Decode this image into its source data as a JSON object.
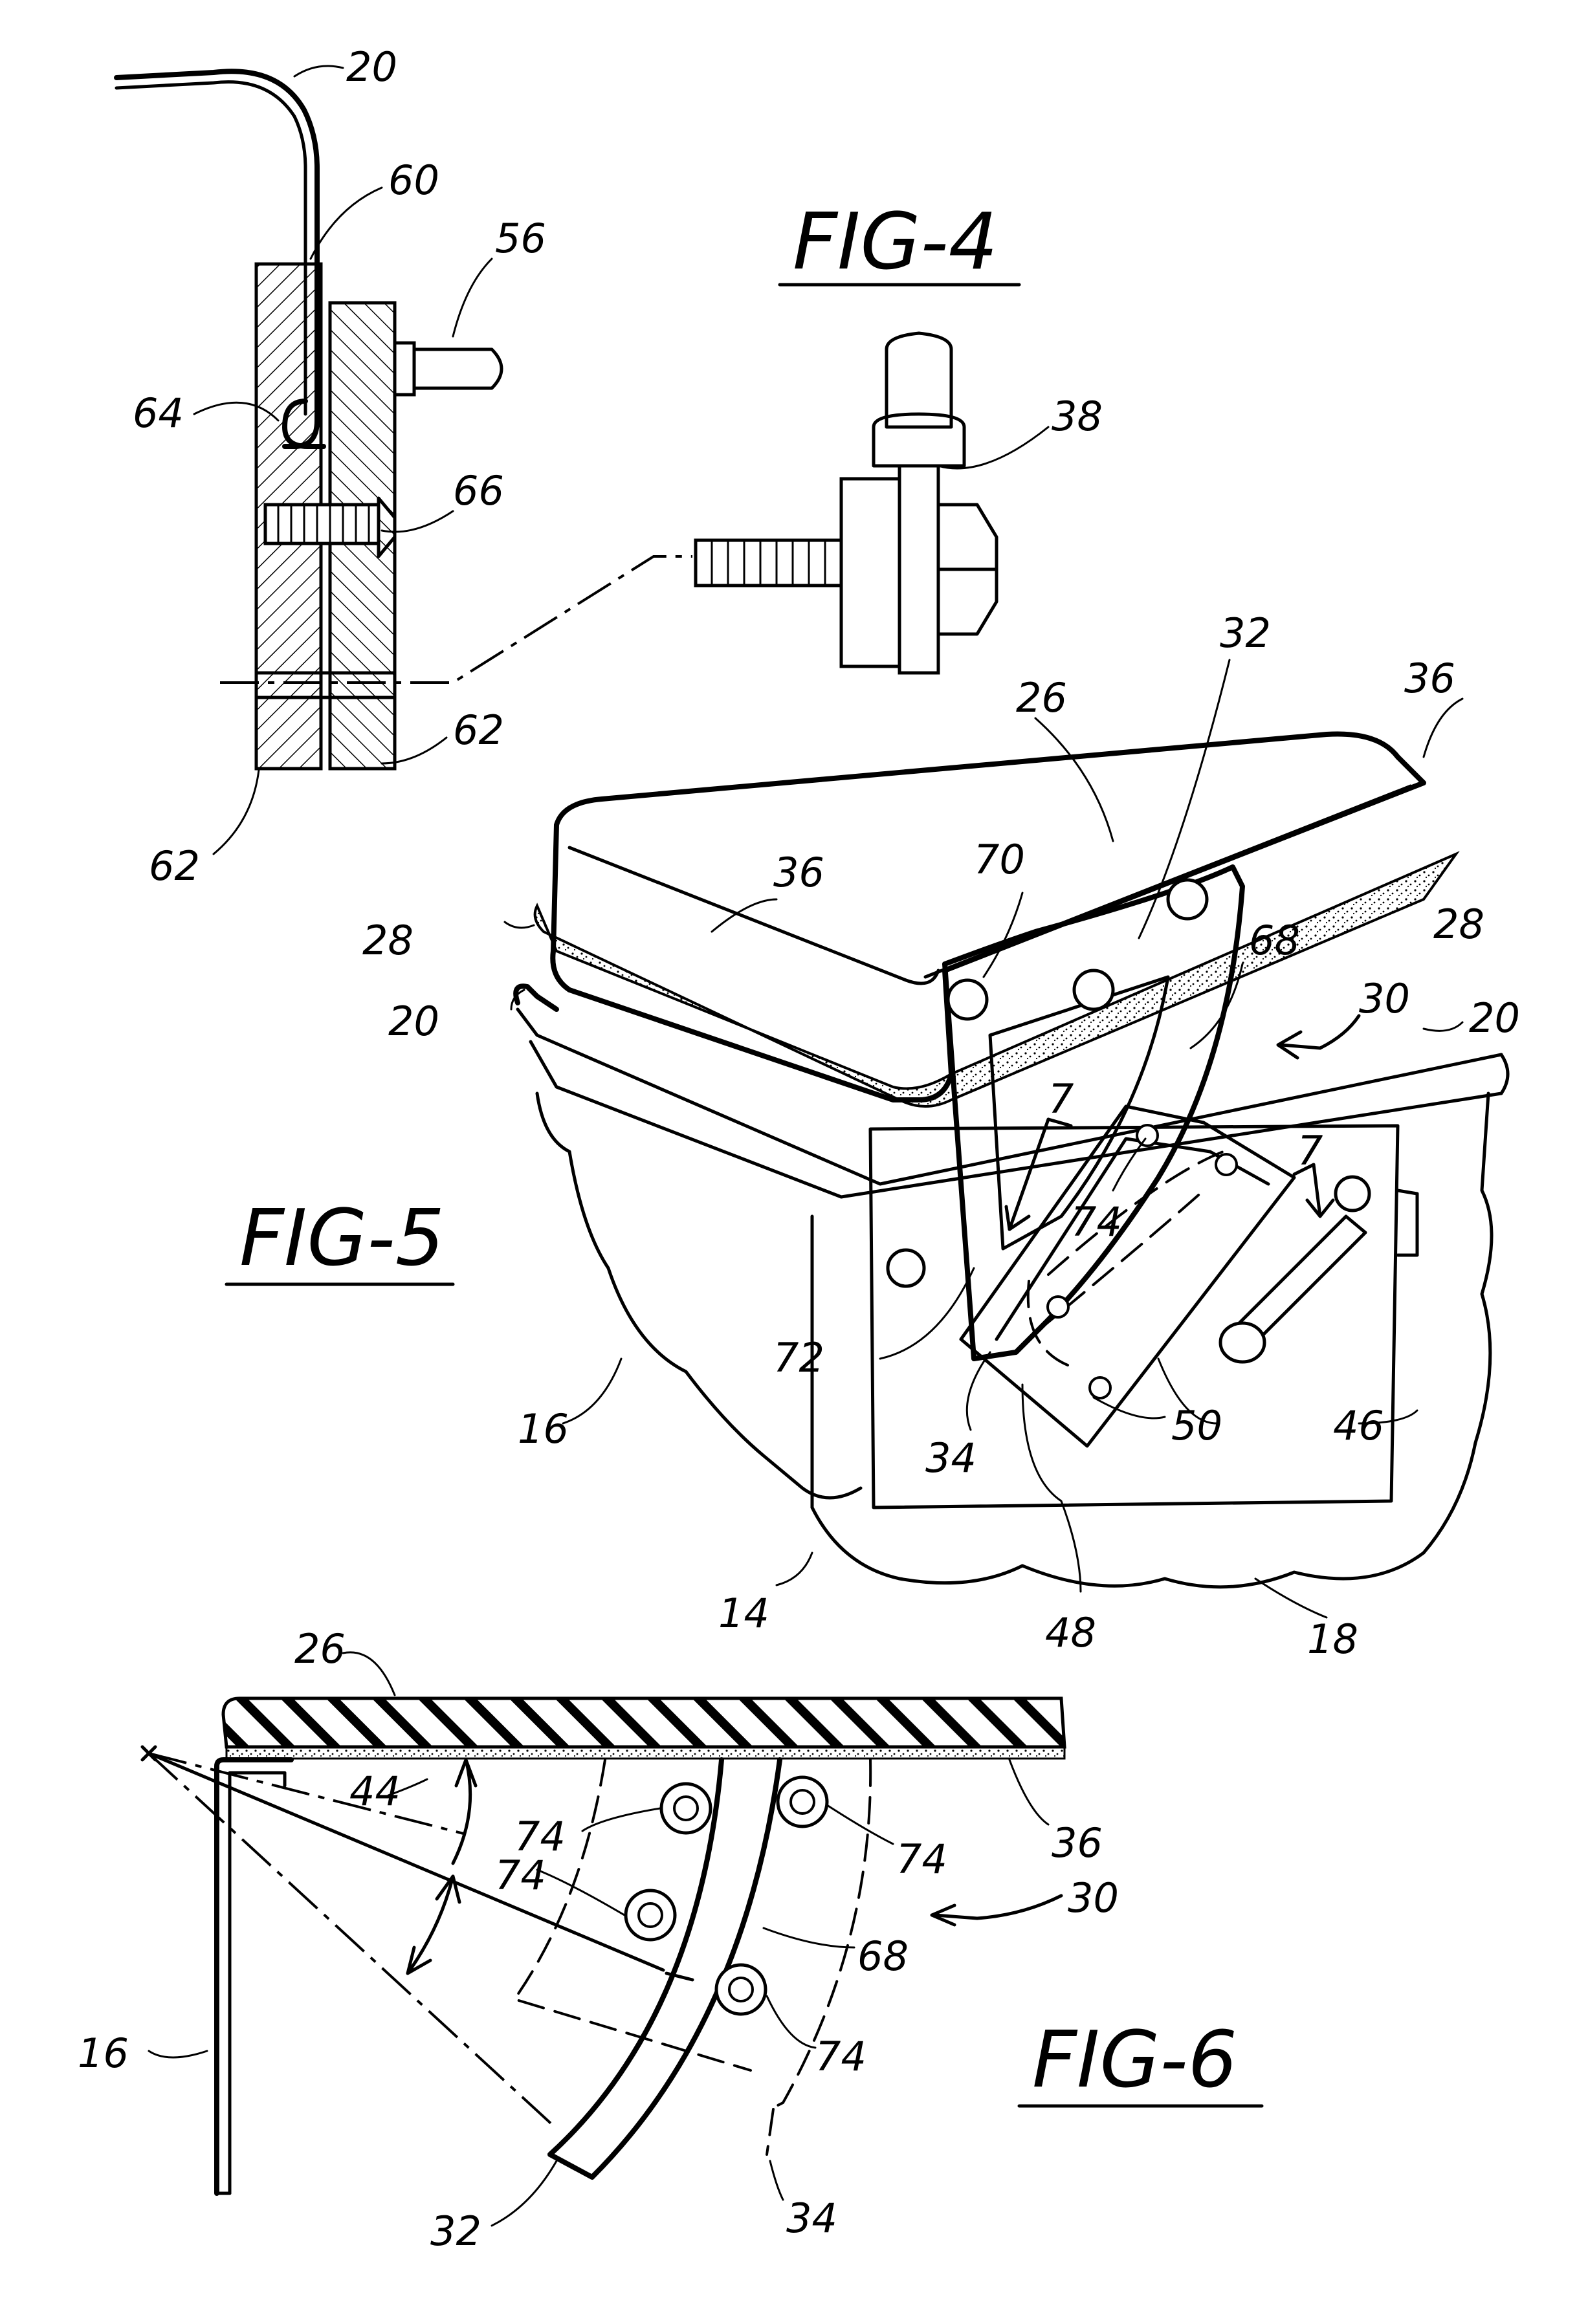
{
  "figures": {
    "fig4": "FIG-4",
    "fig5": "FIG-5",
    "fig6": "FIG-6"
  },
  "fig4_labels": [
    "20",
    "60",
    "56",
    "64",
    "66",
    "38",
    "62",
    "62"
  ],
  "fig5_labels": [
    "26",
    "32",
    "36",
    "36",
    "28",
    "28",
    "70",
    "68",
    "30",
    "20",
    "20",
    "74",
    "72",
    "7",
    "7",
    "16",
    "34",
    "50",
    "46",
    "14",
    "48",
    "18"
  ],
  "fig6_labels": [
    "26",
    "44",
    "74",
    "74",
    "74",
    "74",
    "36",
    "30",
    "68",
    "16",
    "34",
    "32"
  ]
}
